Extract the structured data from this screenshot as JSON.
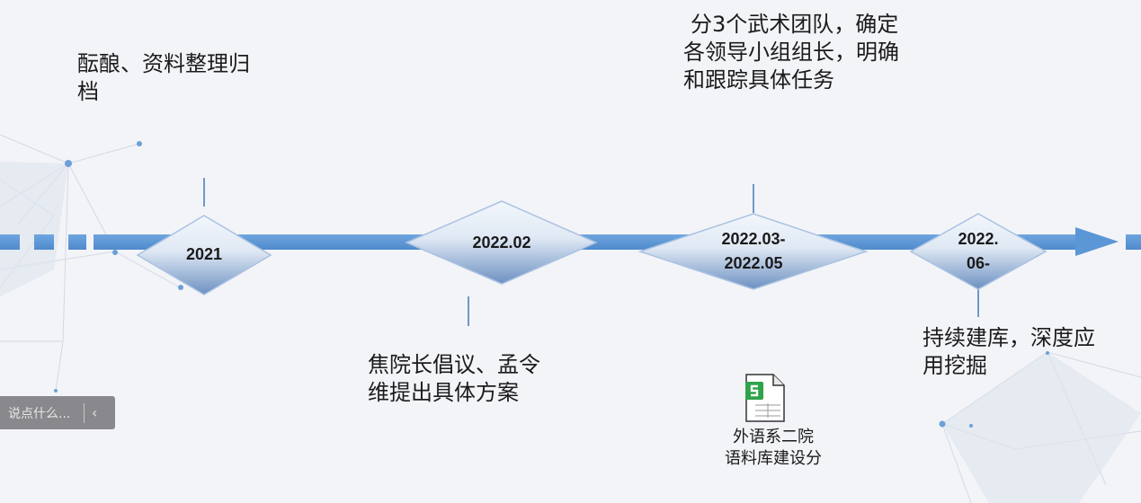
{
  "milestones": [
    {
      "date_lines": [
        "2021"
      ],
      "description_lines": [
        "酝酿、资料整理归",
        "档"
      ]
    },
    {
      "date_lines": [
        "2022.02"
      ],
      "description_lines": [
        "焦院长倡议、孟令",
        "维提出具体方案"
      ]
    },
    {
      "date_lines": [
        "2022.03-",
        "2022.05"
      ],
      "description_lines": [
        "分3个武术团队，确定",
        "各领导小组组长，明确",
        "和跟踪具体任务"
      ]
    },
    {
      "date_lines": [
        "2022.",
        "06-"
      ],
      "description_lines": [
        "持续建库，深度应",
        "用挖掘"
      ]
    }
  ],
  "attachment": {
    "icon": "spreadsheet-file-icon",
    "name_lines": [
      "外语系二院",
      "语料库建设分"
    ]
  },
  "comment": {
    "placeholder": "说点什么...",
    "collapse_icon": "chevron-left-icon"
  },
  "colors": {
    "timeline_bar": "#5b96d6",
    "diamond_light": "#eef3fa",
    "diamond_dark": "#6e92c2",
    "connector": "#6f98c9"
  }
}
